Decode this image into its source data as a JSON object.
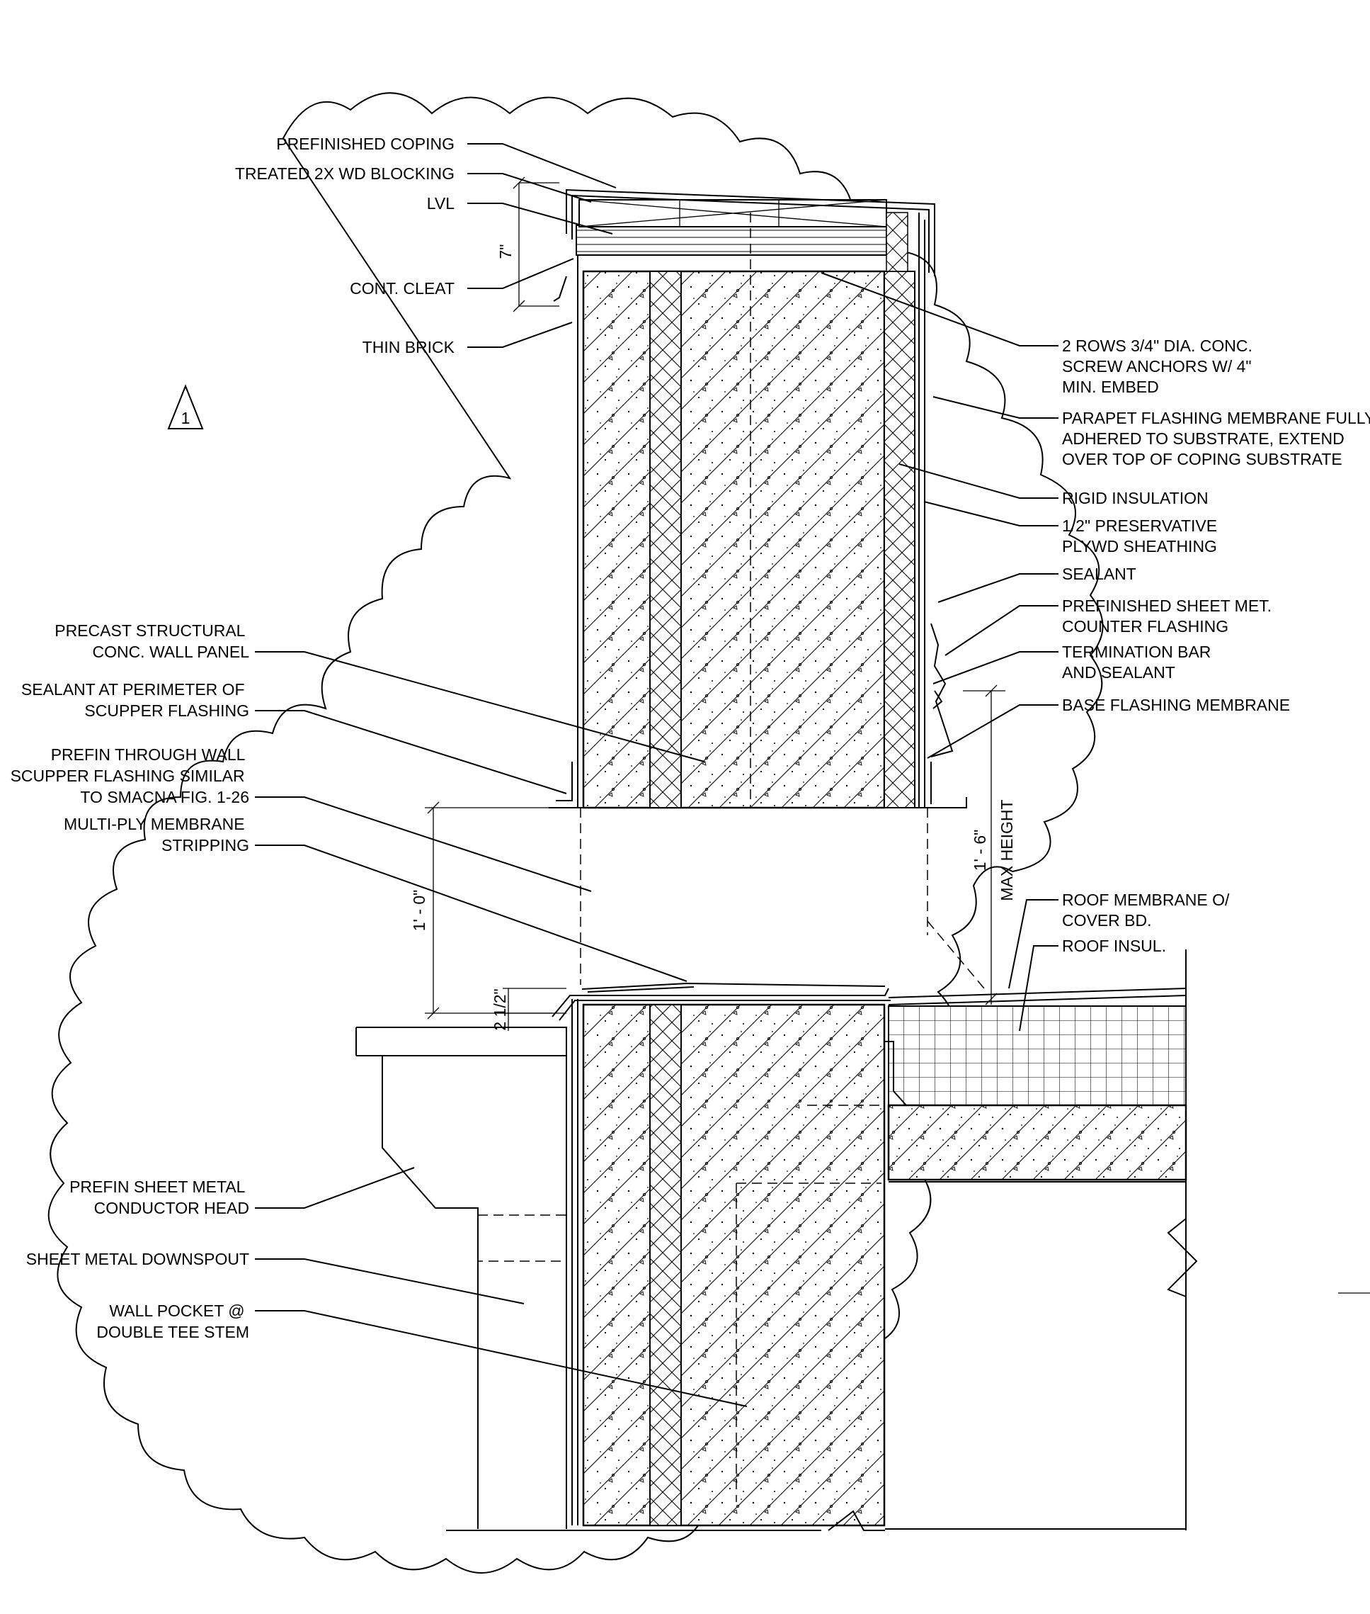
{
  "revision": {
    "number": "1"
  },
  "callouts_left": [
    {
      "id": "coping",
      "lines": [
        "PREFINISHED COPING"
      ]
    },
    {
      "id": "blocking",
      "lines": [
        "TREATED 2X WD BLOCKING"
      ]
    },
    {
      "id": "lvl",
      "lines": [
        "LVL"
      ]
    },
    {
      "id": "cleat",
      "lines": [
        "CONT. CLEAT"
      ]
    },
    {
      "id": "brick",
      "lines": [
        "THIN BRICK"
      ]
    },
    {
      "id": "panel",
      "lines": [
        "PRECAST STRUCTURAL",
        "CONC. WALL PANEL"
      ]
    },
    {
      "id": "sealant-scupper",
      "lines": [
        "SEALANT AT PERIMETER OF",
        "SCUPPER FLASHING"
      ]
    },
    {
      "id": "scupper",
      "lines": [
        "PREFIN THROUGH WALL",
        "SCUPPER FLASHING SIMILAR",
        "TO SMACNA FIG. 1-26"
      ]
    },
    {
      "id": "stripping",
      "lines": [
        "MULTI-PLY MEMBRANE",
        "STRIPPING"
      ]
    },
    {
      "id": "conductor",
      "lines": [
        "PREFIN SHEET METAL",
        "CONDUCTOR HEAD"
      ]
    },
    {
      "id": "downspout",
      "lines": [
        "SHEET METAL DOWNSPOUT"
      ]
    },
    {
      "id": "pocket",
      "lines": [
        "WALL POCKET @",
        "DOUBLE TEE STEM"
      ]
    }
  ],
  "callouts_right": [
    {
      "id": "anchors",
      "lines": [
        "2 ROWS 3/4\" DIA. CONC.",
        "SCREW ANCHORS W/ 4\"",
        "MIN. EMBED"
      ]
    },
    {
      "id": "parapet-membrane",
      "lines": [
        "PARAPET FLASHING MEMBRANE FULLY",
        "ADHERED TO SUBSTRATE, EXTEND",
        "OVER TOP OF COPING SUBSTRATE"
      ]
    },
    {
      "id": "rigid",
      "lines": [
        "RIGID INSULATION"
      ]
    },
    {
      "id": "plywood",
      "lines": [
        "1/2\" PRESERVATIVE",
        "PLYWD SHEATHING"
      ]
    },
    {
      "id": "sealant",
      "lines": [
        "SEALANT"
      ]
    },
    {
      "id": "counter",
      "lines": [
        "PREFINISHED SHEET MET.",
        "COUNTER FLASHING"
      ]
    },
    {
      "id": "termination",
      "lines": [
        "TERMINATION BAR",
        "AND SEALANT"
      ]
    },
    {
      "id": "base-flashing",
      "lines": [
        "BASE FLASHING MEMBRANE"
      ]
    },
    {
      "id": "roof-membrane",
      "lines": [
        "ROOF MEMBRANE O/",
        "COVER BD."
      ]
    },
    {
      "id": "roof-insul",
      "lines": [
        "ROOF INSUL."
      ]
    }
  ],
  "dimensions": {
    "coping_height": "7\"",
    "opening_height": "1' - 0\"",
    "scupper_lip": "2 1/2\"",
    "max_height_value": "1' - 6\"",
    "max_height_label": "MAX HEIGHT"
  }
}
